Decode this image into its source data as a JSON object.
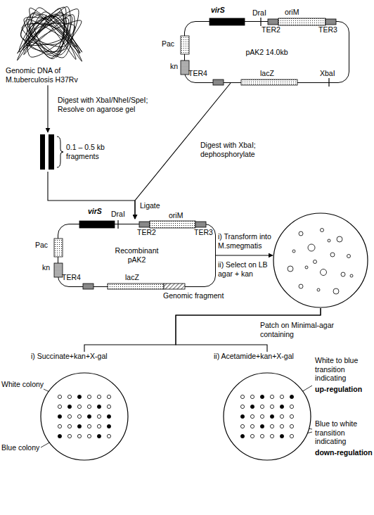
{
  "diagram": {
    "nodes": [
      {
        "text": [
          "Genomic DNA of M.tuberculosis H37Rv"
        ]
      },
      {
        "text": [
          "pAK2 14.0kb"
        ]
      },
      {
        "text": [
          "0.1 – 0.5 kb fragments"
        ]
      },
      {
        "text": [
          "Recombinant pAK2"
        ]
      },
      {
        "text": []
      },
      {
        "text": [
          "i) Succinate+kan+X-gal"
        ]
      },
      {
        "text": [
          "ii) Acetamide+kan+X-gal"
        ]
      }
    ],
    "edges": [
      {
        "from": 0,
        "to": 2,
        "arrow": "to",
        "label": "Digest with XbaI/NheI/SpeI; Resolve on agarose gel"
      },
      {
        "from": 1,
        "to": 3,
        "arrow": "to",
        "label": "Digest with XbaI; dephosphorylate"
      },
      {
        "from": 2,
        "to": 3,
        "arrow": "to",
        "label": "Ligate"
      },
      {
        "from": 3,
        "to": 4,
        "arrow": "to",
        "label": "i) Transform into M.smegmatis"
      },
      {
        "from": 4,
        "to": 5,
        "arrow": "none",
        "label": "Patch on Minimal-agar containing"
      },
      {
        "from": 4,
        "to": 6,
        "arrow": "none"
      }
    ],
    "labels": [
      "virS",
      "DraI",
      "oriM",
      "TER2",
      "TER3",
      "Pac",
      "kn",
      "TER4",
      "lacZ",
      "XbaI",
      "virS",
      "DraI",
      "oriM",
      "TER2",
      "TER3",
      "Pac",
      "kn",
      "TER4",
      "lacZ",
      "Genomic fragment",
      "ii) Select on LB agar + kan",
      "White colony",
      "Blue colony",
      "White to blue transition indicating",
      "up-regulation",
      "Blue to white transition indicating",
      "down-regulation"
    ]
  }
}
